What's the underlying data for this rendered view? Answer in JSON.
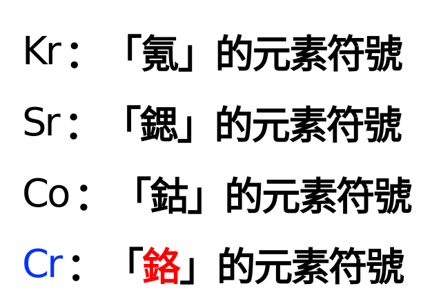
{
  "colors": {
    "text": "#000000",
    "highlight_symbol": "#0033ff",
    "highlight_char": "#ff0000",
    "background": "#ffffff"
  },
  "lines": [
    {
      "symbol": "Kr",
      "colon": "：",
      "open": "「",
      "char": "氪",
      "close": "」",
      "suffix": "的元素符號"
    },
    {
      "symbol": "Sr",
      "colon": "：",
      "open": "「",
      "char": "鍶",
      "close": "」",
      "suffix": "的元素符號"
    },
    {
      "symbol": "Co",
      "colon": "：",
      "open": "「",
      "char": "鈷",
      "close": "」",
      "suffix": "的元素符號"
    },
    {
      "symbol": "Cr",
      "colon": "：",
      "open": "「",
      "char": "鉻",
      "close": "」",
      "suffix": "的元素符號"
    }
  ]
}
